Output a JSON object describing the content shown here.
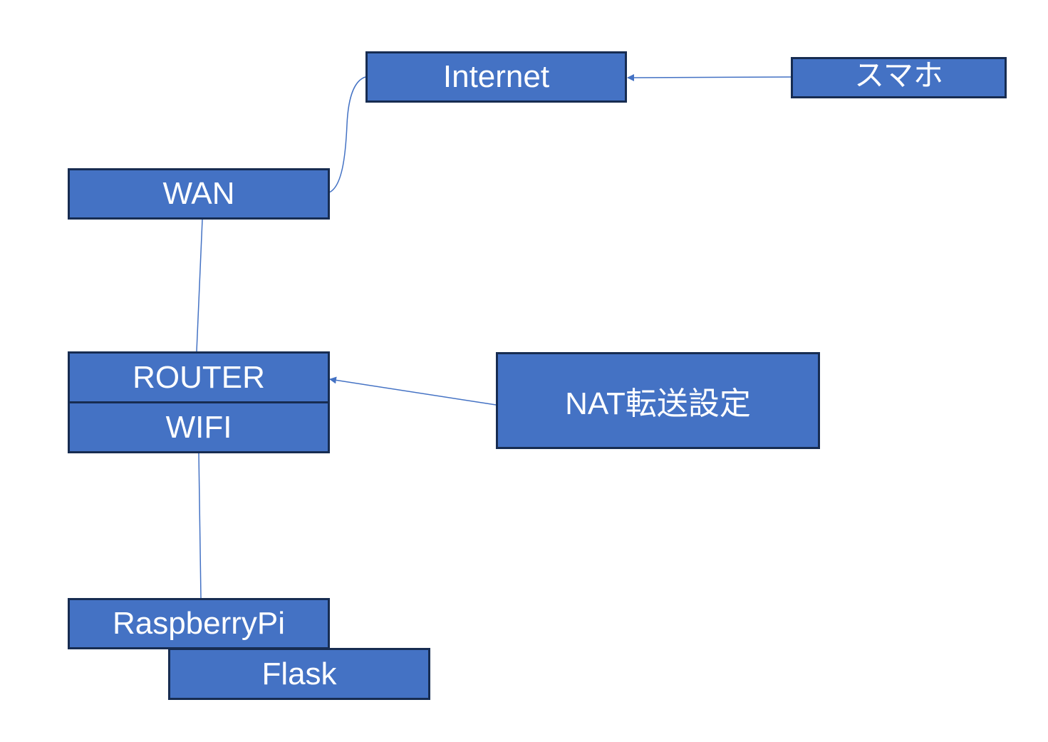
{
  "colors": {
    "fill": "#4472C4",
    "border": "#172C51",
    "connector": "#4472C4",
    "text": "#FFFFFF"
  },
  "nodes": {
    "internet": "Internet",
    "smartphone": "スマホ",
    "wan": "WAN",
    "router": "ROUTER",
    "wifi": "WIFI",
    "nat": "NAT転送設定",
    "raspberrypi": "RaspberryPi",
    "flask": "Flask"
  },
  "edges": [
    {
      "from": "wan",
      "to": "internet",
      "style": "curve"
    },
    {
      "from": "smartphone",
      "to": "internet",
      "style": "arrow"
    },
    {
      "from": "wan",
      "to": "router",
      "style": "line"
    },
    {
      "from": "nat",
      "to": "router",
      "style": "arrow"
    },
    {
      "from": "wifi",
      "to": "raspberrypi",
      "style": "line"
    }
  ]
}
